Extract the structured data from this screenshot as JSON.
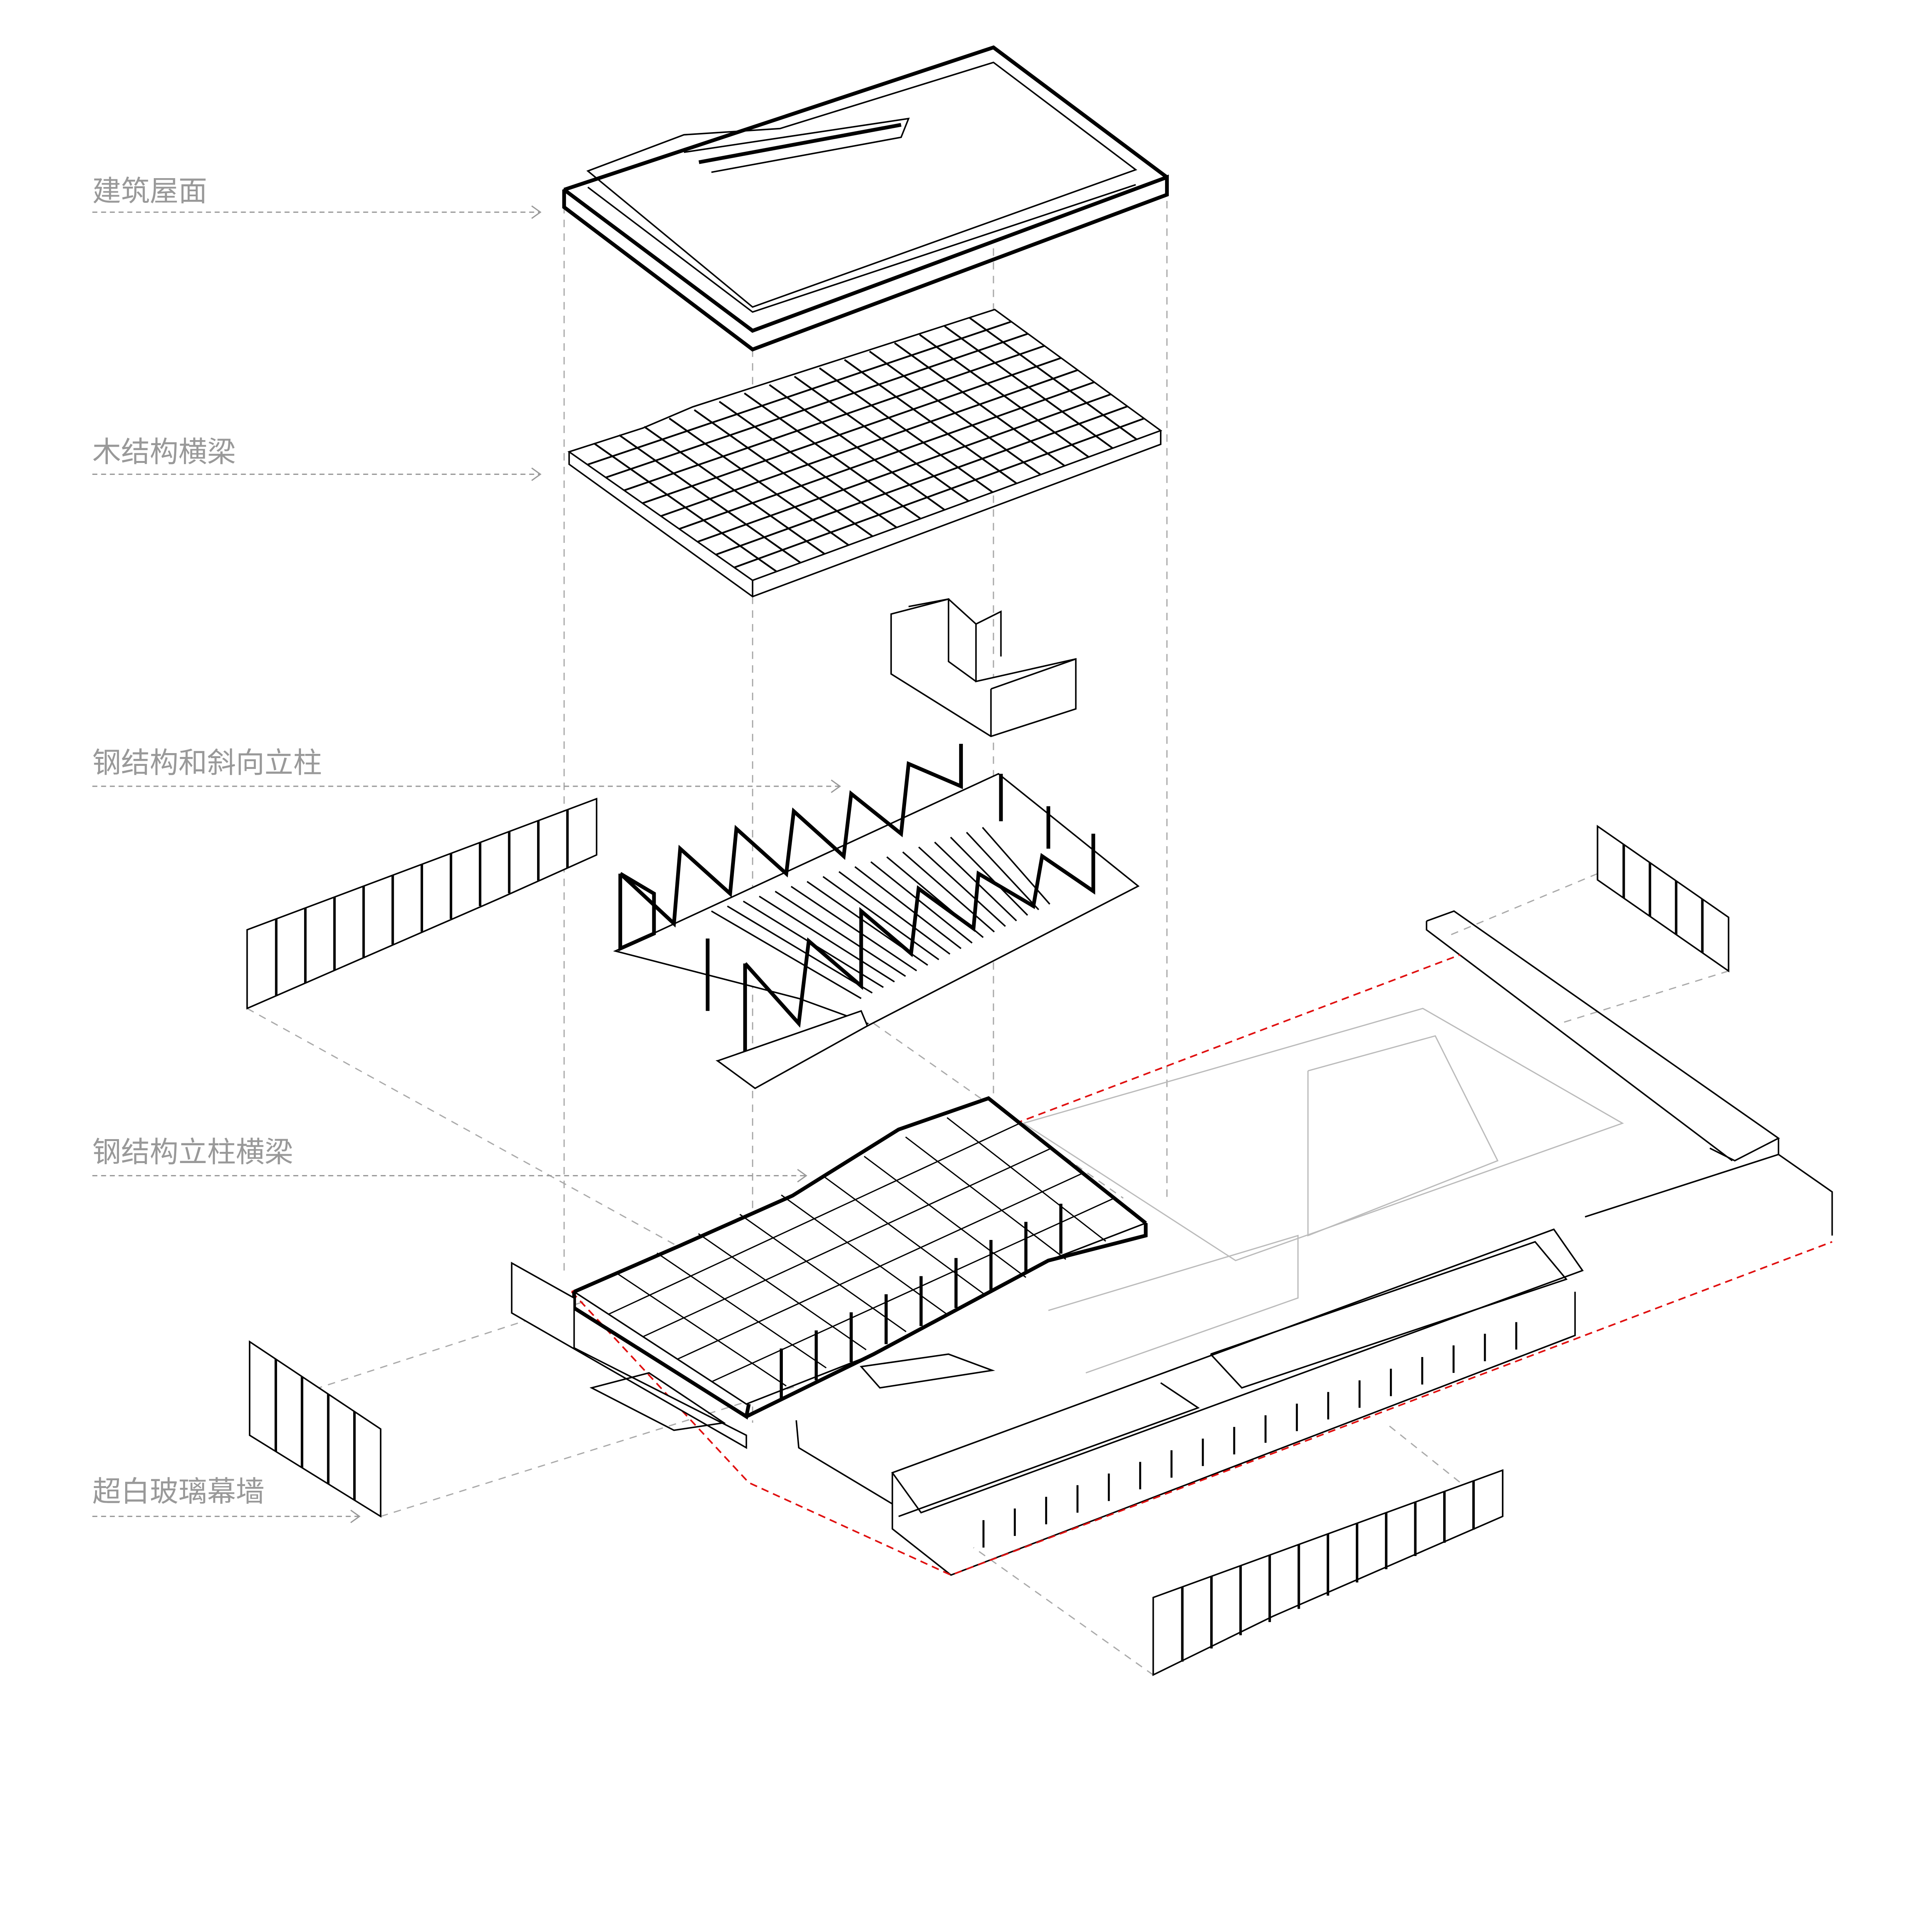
{
  "labels": [
    {
      "id": "roof",
      "text": "建筑屋面"
    },
    {
      "id": "timber-beams",
      "text": "木结构横梁"
    },
    {
      "id": "steel-diagonal-columns",
      "text": "钢结构和斜向立柱"
    },
    {
      "id": "steel-columns-beams",
      "text": "钢结构立柱横梁"
    },
    {
      "id": "glass-curtain-wall",
      "text": "超白玻璃幕墙"
    }
  ],
  "colors": {
    "label": "#999999",
    "linework": "#000000",
    "boundary": "#e01010",
    "projection": "#aaaaaa"
  }
}
